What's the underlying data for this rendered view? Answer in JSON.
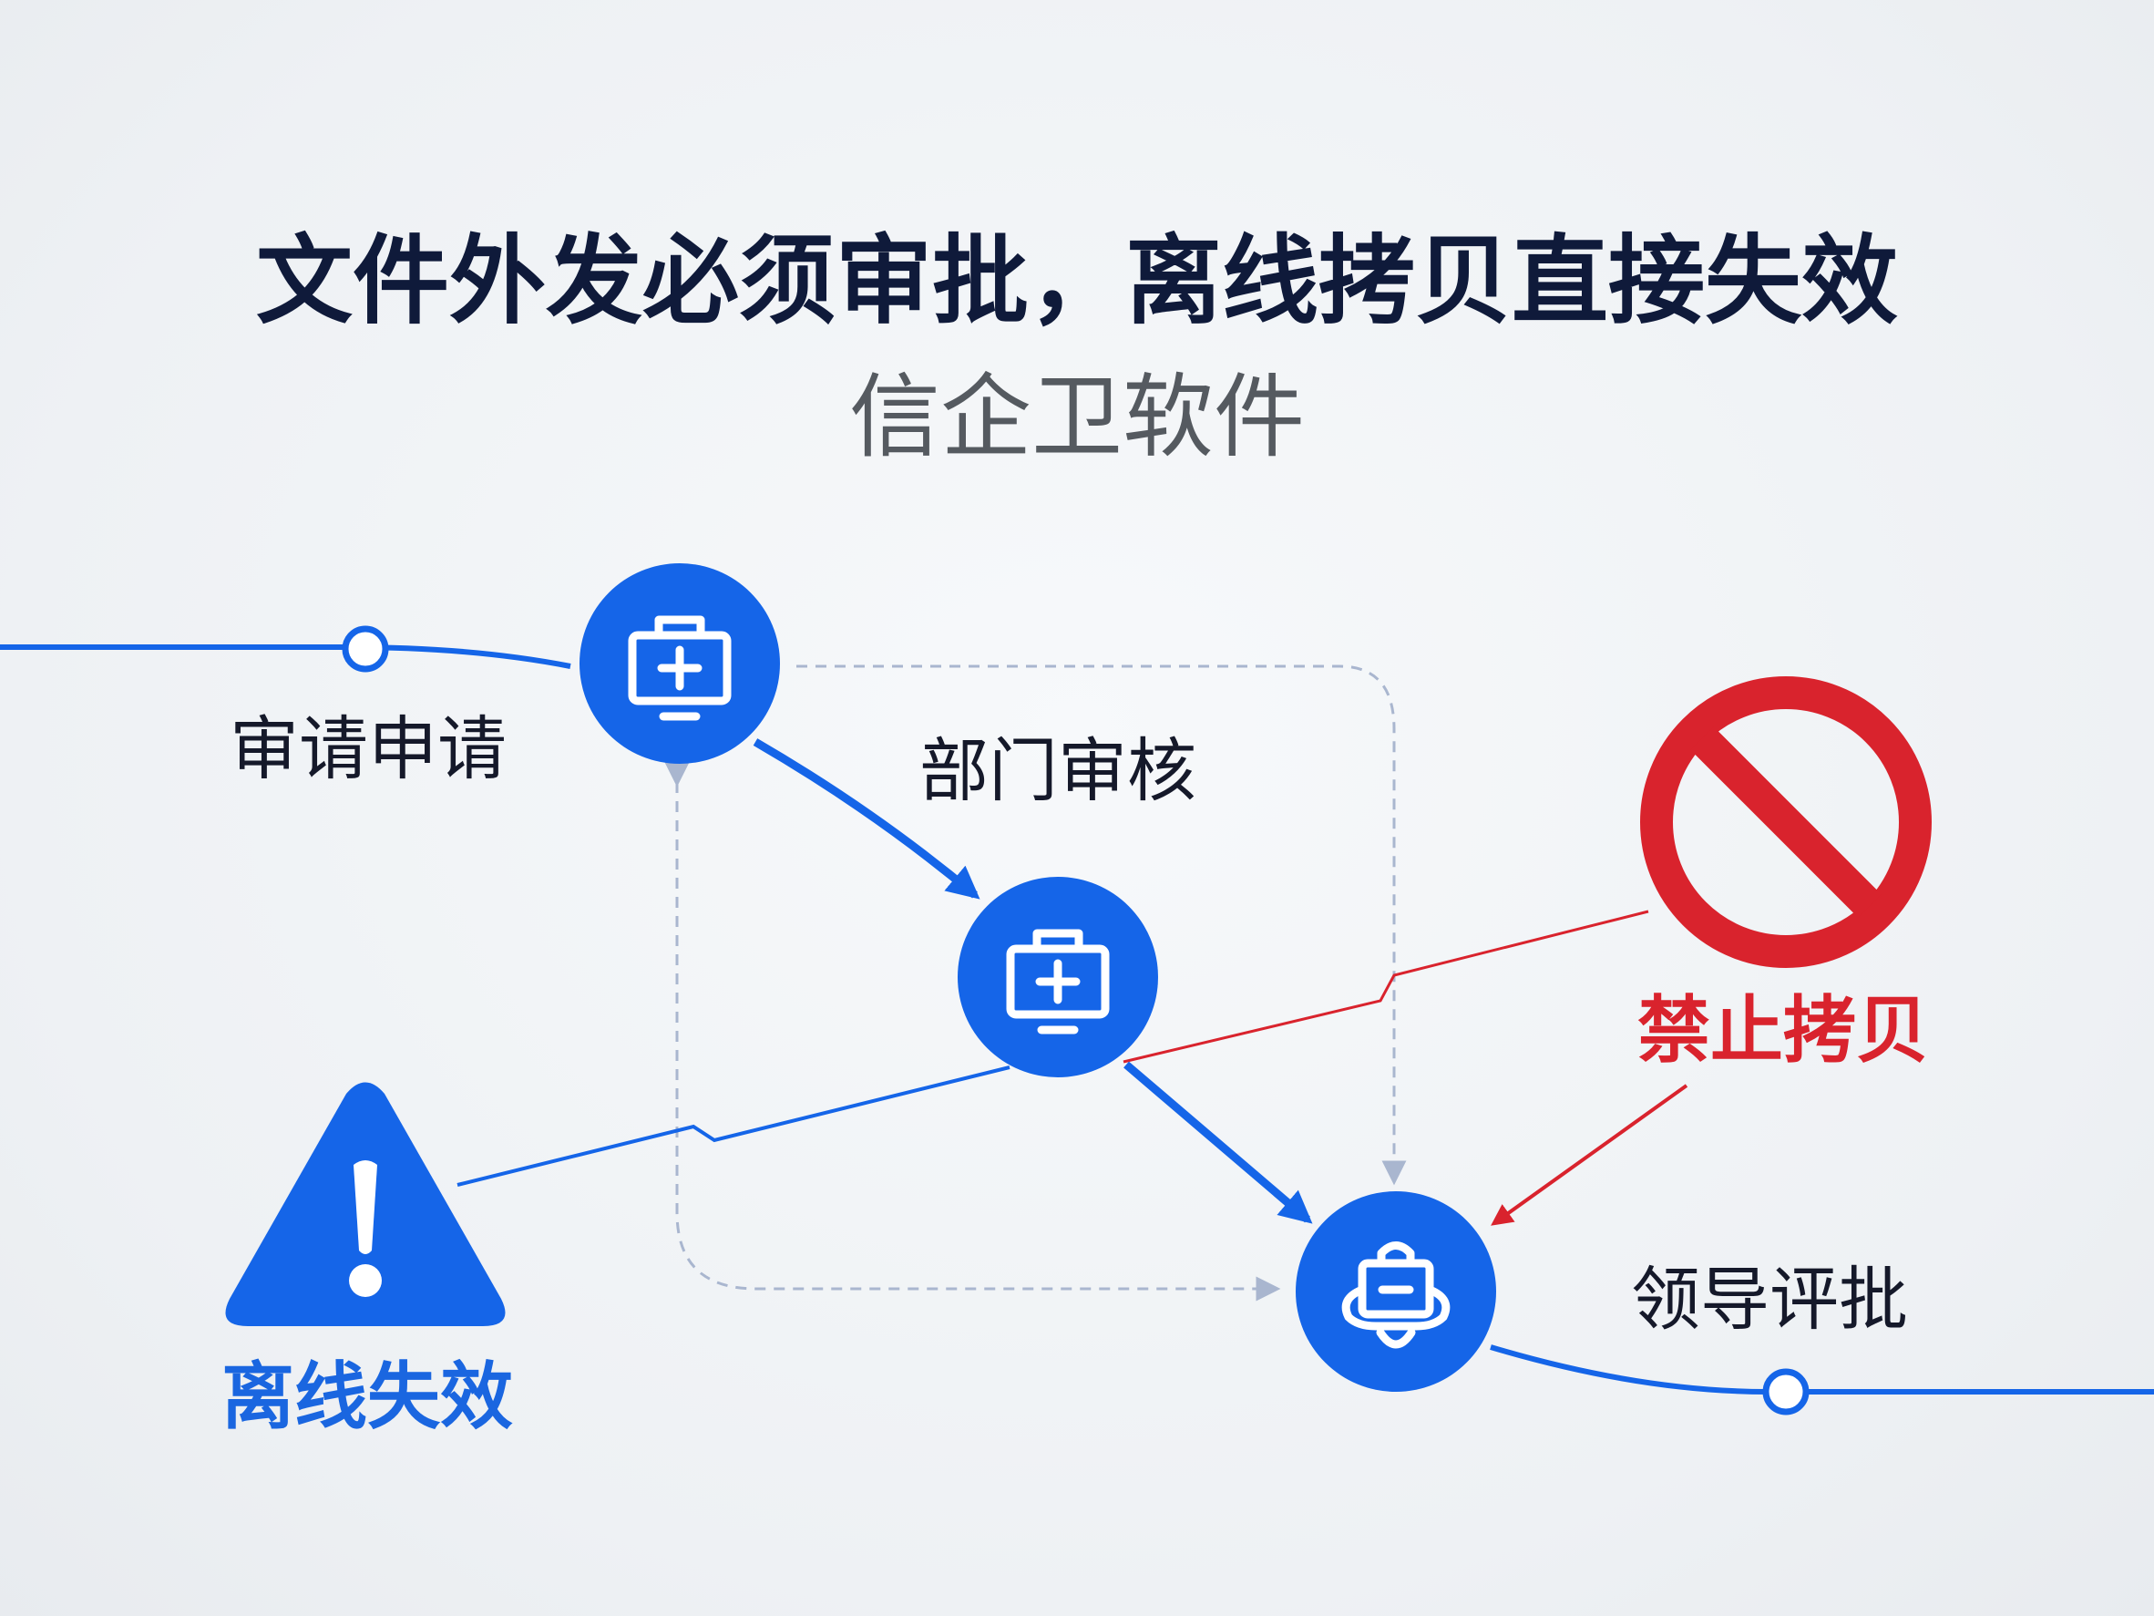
{
  "title": "文件外发必须审批，离线拷贝直接失效",
  "subtitle": "信企卫软件",
  "nodes": {
    "apply_label": "审请申请",
    "dept_label": "部门审核",
    "leader_label": "领导评批",
    "offline_label": "离线失效",
    "nocopy_label": "禁止拷贝"
  },
  "icons": {
    "node1": "medical-kit-monitor-icon",
    "node2": "medical-kit-monitor-icon",
    "node3": "lock-bag-icon",
    "warning": "warning-triangle-icon",
    "prohibit": "no-entry-icon"
  },
  "colors": {
    "blue": "#1565e8",
    "red": "#d9232d",
    "title": "#0f1a3a",
    "subtitle": "#555a60",
    "dashed": "#a9b6cf"
  }
}
